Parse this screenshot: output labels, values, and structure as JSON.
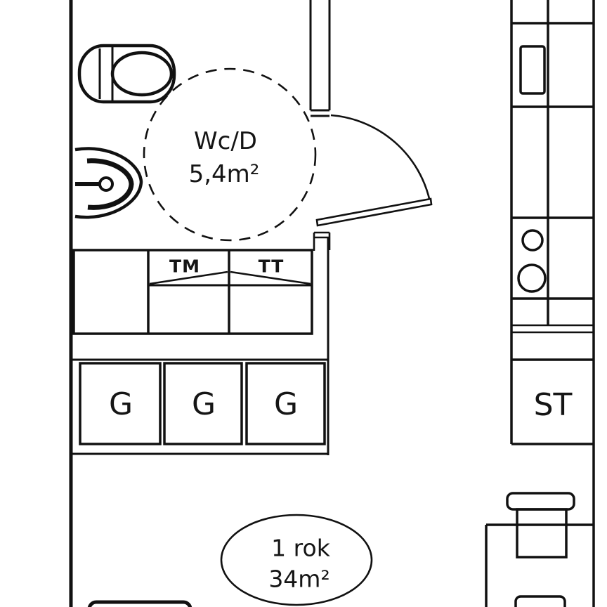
{
  "floorplan": {
    "bathroom": {
      "label": "Wc/D",
      "area": "5,4m²"
    },
    "laundry": {
      "washing_machine_label": "TM",
      "dryer_label": "TT"
    },
    "wardrobes": {
      "labels": [
        "G",
        "G",
        "G"
      ]
    },
    "cleaning_closet": {
      "label": "ST"
    },
    "apartment": {
      "room_type": "1 rok",
      "area": "34m²"
    },
    "colors": {
      "line": "#111111",
      "background": "#ffffff"
    }
  }
}
